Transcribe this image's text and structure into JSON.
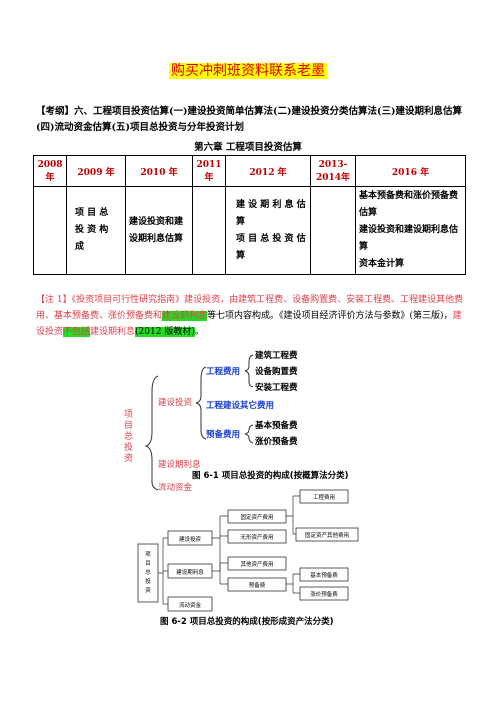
{
  "banner": "购买冲刺班资料联系老墨",
  "outline": "【考纲】六、工程项目投资估算(一)建设投资简单估算法(二)建设投资分类估算法(三)建设期利息估算(四)流动资金估算(五)项目总投资与分年投资计划",
  "chapter_title": "第六章  工程项目投资估算",
  "table": {
    "headers": [
      "2008年",
      "2009 年",
      "2010 年",
      "2011年",
      "2012 年",
      "2013-2014年",
      "2016 年"
    ],
    "cells": [
      "",
      "项 目 总 投 资 构 成",
      "建设投资和建设期利息估算",
      "",
      "建 设 期 利 息 估算\n项 目 总 投 资 估算",
      "",
      "基本预备费和涨价预备费估算\n建设投资和建设期利息估算\n资本金计算"
    ]
  },
  "note": {
    "p1": "【注 1】《投资项目可行性研究指南》建设投资，由建筑工程费、设备购置费、安装工程费、工程建设其他费用、基本预备费、涨价预备费和",
    "p1_hl": "建设期利息",
    "p2": "等七项内容构成。《建设项目经济评价方法与参数》(第三版)，",
    "p3": "建设投资",
    "p3_hl": "不包括",
    "p4": "建设期利息",
    "p5_hl": "(2012 版教材)",
    "p6": "。"
  },
  "fig1": {
    "root": "项目总投资",
    "jianshe": "建设投资",
    "gongcheng": "工程费用",
    "jianzhu": "建筑工程费",
    "shebei": "设备购置费",
    "anzhuang": "安装工程费",
    "qita": "工程建设其它费用",
    "yubei": "预备费用",
    "jiben": "基本预备费",
    "zhangjia": "涨价预备费",
    "lixi": "建设期利息",
    "liudong": "流动资金",
    "caption": "图 6-1  项目总投资的构成(按概算法分类)"
  },
  "fig2": {
    "root": "项目总投资",
    "jianshe": "建设投资",
    "lixi": "建设期利息",
    "liudong": "流动资金",
    "guding": "固定资产费用",
    "wuxing": "无形资产费用",
    "qita": "其他资产费用",
    "yubei": "预备费",
    "gongcheng": "工程费用",
    "guding_qita": "固定资产其他费用",
    "jiben": "基本预备费",
    "zhangjia": "涨价预备费",
    "caption": "图 6-2  项目总投资的构成(按形成资产法分类)"
  }
}
